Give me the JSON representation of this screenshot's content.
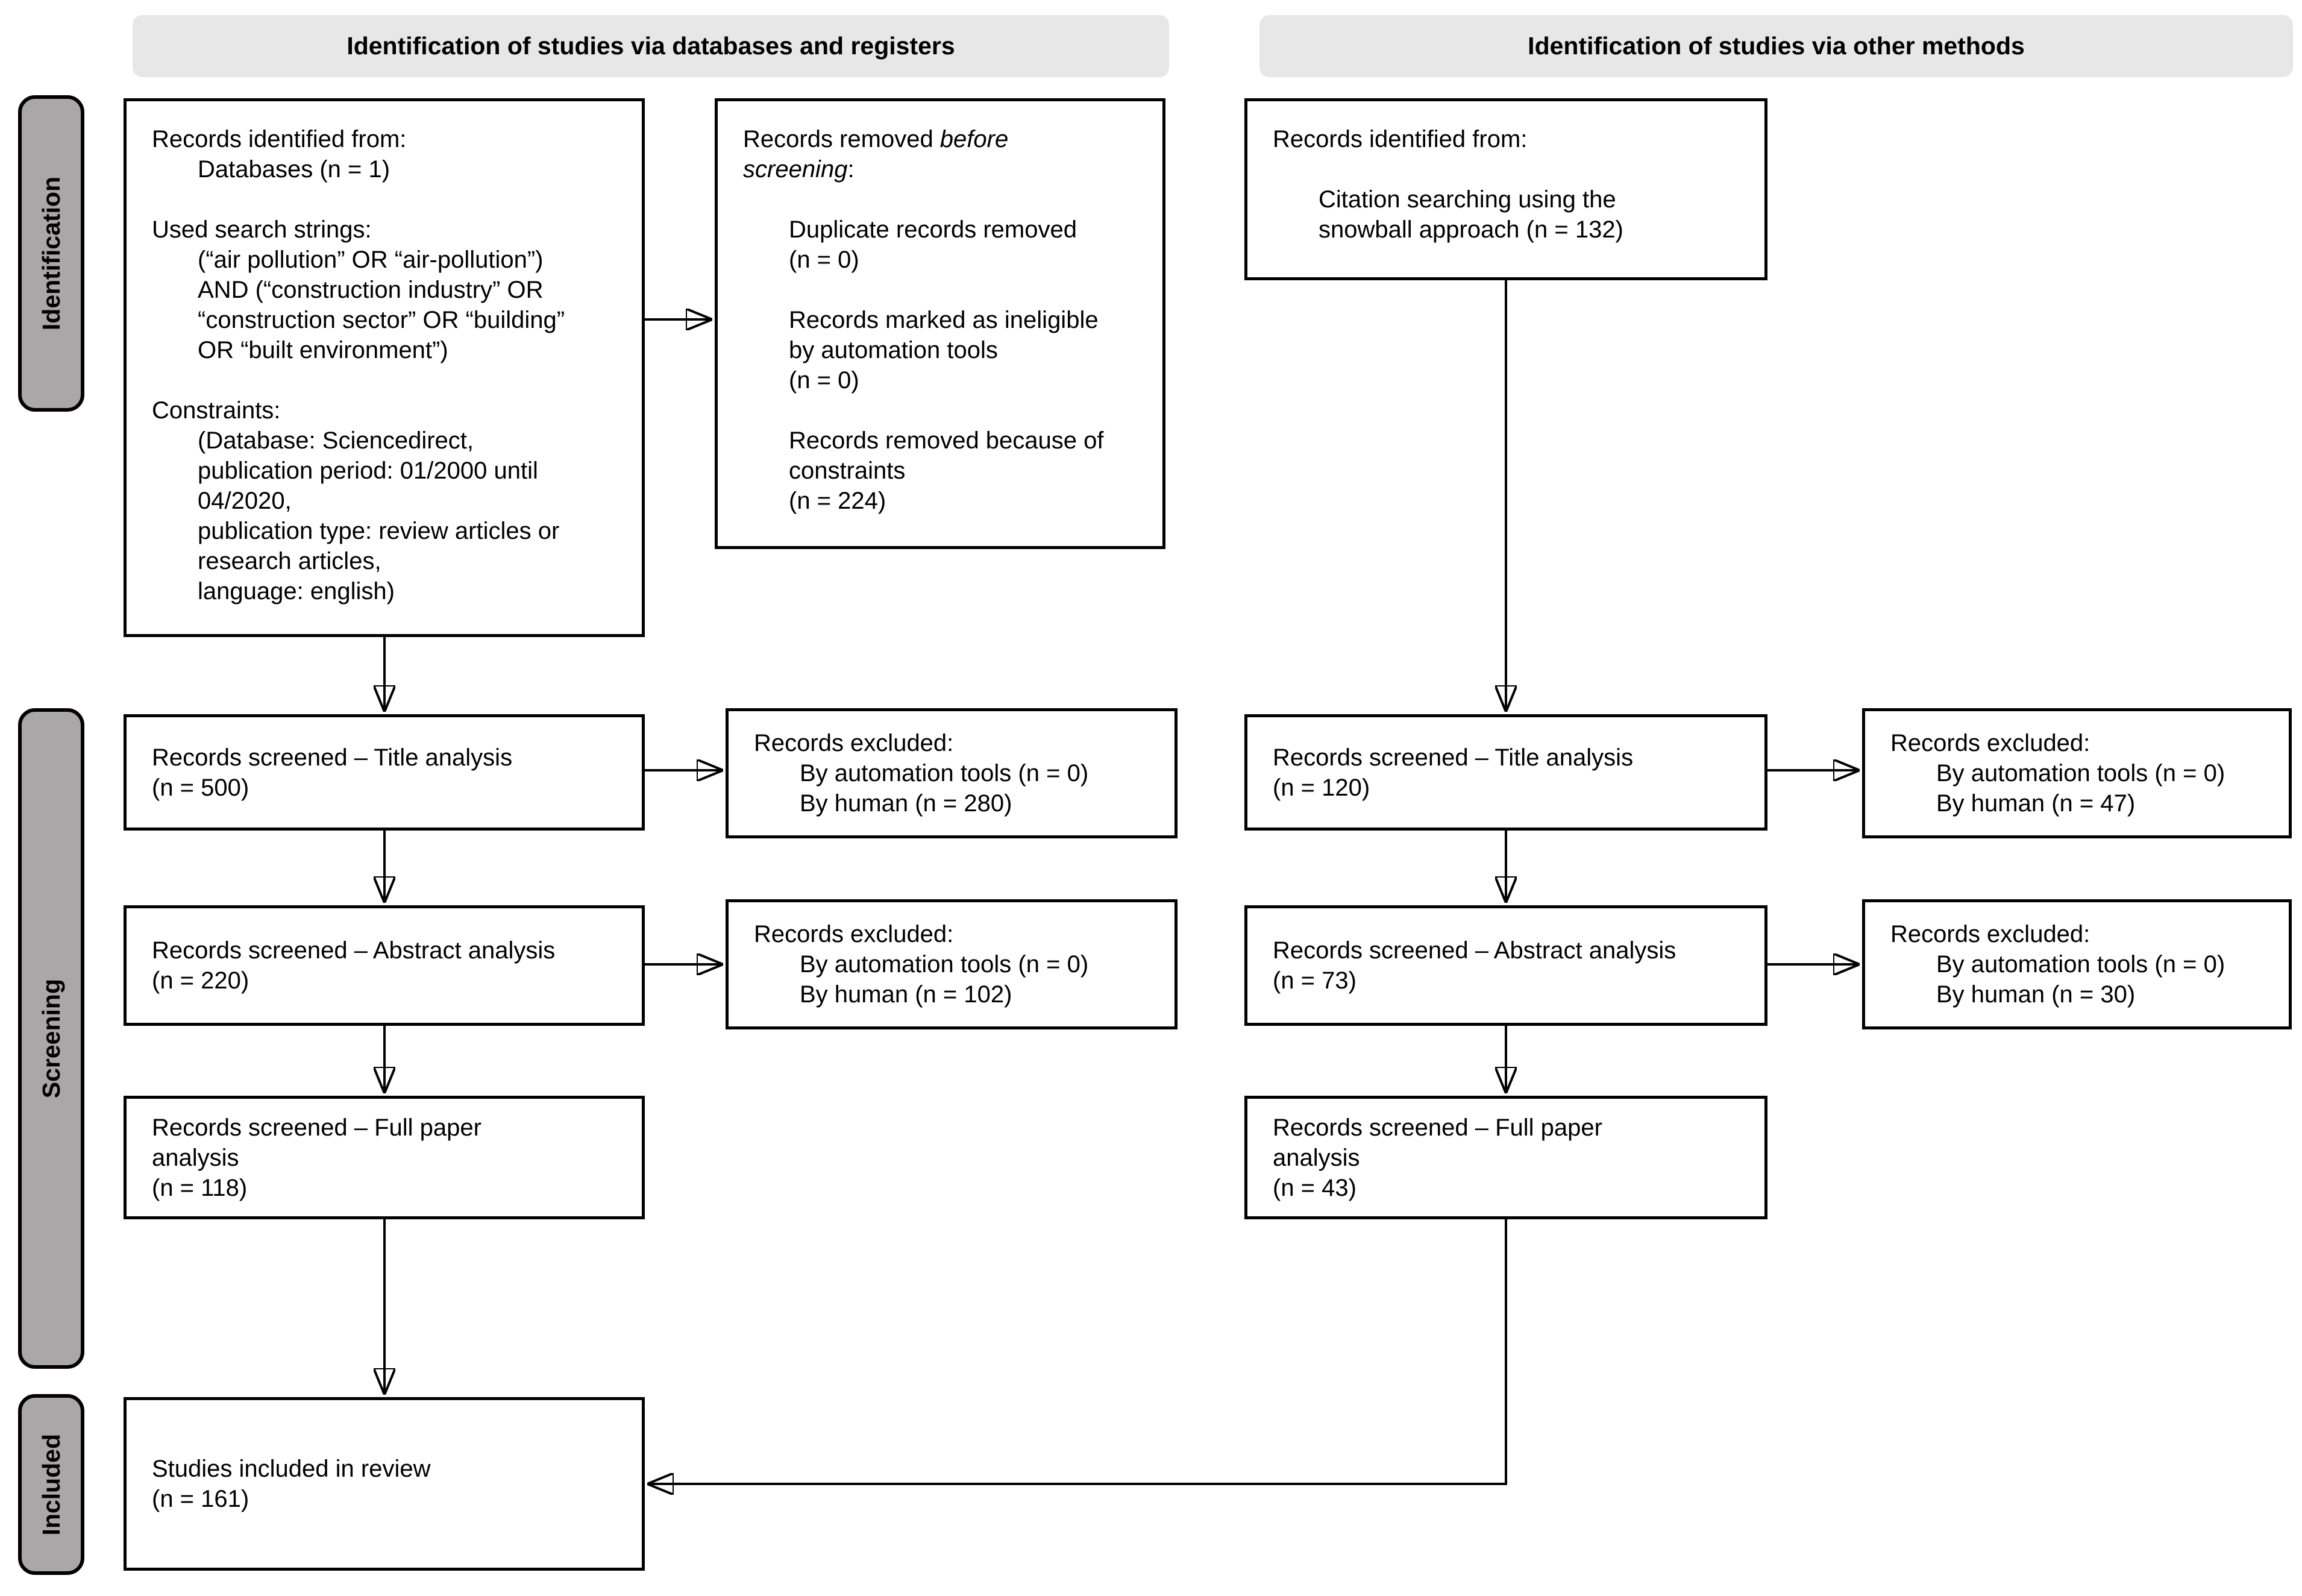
{
  "headers": {
    "databases": "Identification of studies via databases and registers",
    "other": "Identification of studies via other methods"
  },
  "sidebar": {
    "identification": "Identification",
    "screening": "Screening",
    "included": "Included"
  },
  "colors": {
    "header_bg": "#e7e7e7",
    "tab_bg": "#a9a7a7",
    "box_border": "#000000",
    "box_bg": "#ffffff"
  },
  "boxes": {
    "db_source": {
      "lines": [
        "Records identified from:",
        "Databases (n = 1)",
        "",
        "Used search strings:",
        "(“air pollution” OR “air-pollution”)",
        "AND (“construction industry” OR",
        "“construction sector” OR “building”",
        "OR “built environment”)",
        "",
        "Constraints:",
        "(Database: Sciencedirect,",
        "publication period: 01/2000 until",
        "04/2020,",
        "publication type: review articles or",
        "research articles,",
        "language: english)"
      ]
    },
    "removed_before": {
      "title": {
        "normal": "Records removed ",
        "italic1": "before",
        "italic2": "screening",
        "colon": ":"
      },
      "lines": [
        "",
        "Duplicate records removed",
        "(n = 0)",
        "",
        "Records marked as ineligible",
        "by automation tools",
        "(n = 0)",
        "",
        "Records removed because of",
        "constraints",
        "(n = 224)"
      ]
    },
    "other_source": {
      "lines": [
        "Records identified from:",
        "",
        "Citation searching using the",
        "snowball approach (n = 132)"
      ]
    },
    "screened_title_db": {
      "lines": [
        "Records screened – Title analysis",
        "(n = 500)"
      ]
    },
    "excluded_title_db": {
      "lines": [
        "Records excluded:",
        "By automation tools (n = 0)",
        "By human (n = 280)"
      ]
    },
    "screened_abstract_db": {
      "lines": [
        "Records screened – Abstract analysis",
        "(n = 220)"
      ]
    },
    "excluded_abstract_db": {
      "lines": [
        "Records excluded:",
        "By automation tools (n = 0)",
        "By human (n = 102)"
      ]
    },
    "screened_full_db": {
      "lines": [
        "Records screened – Full paper",
        "analysis",
        "(n = 118)"
      ]
    },
    "screened_title_other": {
      "lines": [
        "Records screened – Title analysis",
        "(n = 120)"
      ]
    },
    "excluded_title_other": {
      "lines": [
        "Records excluded:",
        "By automation tools (n = 0)",
        "By human (n = 47)"
      ]
    },
    "screened_abstract_other": {
      "lines": [
        "Records screened – Abstract analysis",
        "(n = 73)"
      ]
    },
    "excluded_abstract_other": {
      "lines": [
        "Records excluded:",
        "By automation tools (n = 0)",
        "By human (n = 30)"
      ]
    },
    "screened_full_other": {
      "lines": [
        "Records screened – Full paper",
        "analysis",
        "(n = 43)"
      ]
    },
    "included": {
      "lines": [
        "Studies included in review",
        "(n = 161)"
      ]
    }
  }
}
